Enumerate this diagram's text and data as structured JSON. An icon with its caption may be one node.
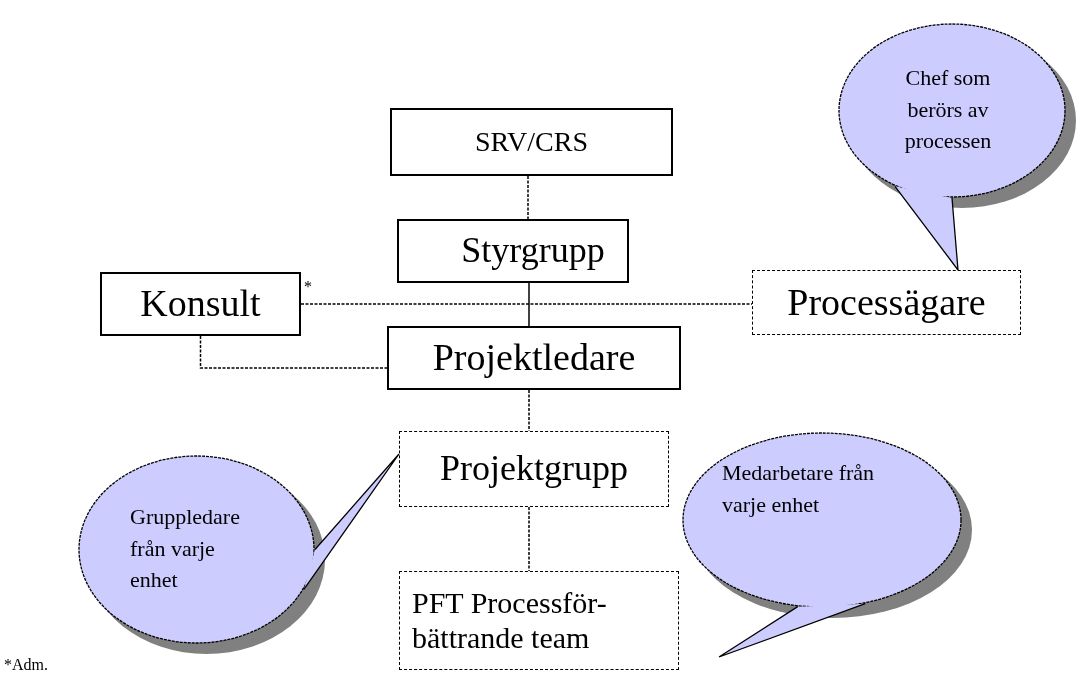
{
  "diagram": {
    "nodes": [
      {
        "text": [
          "SRV/CRS"
        ]
      },
      {
        "text": [
          "Styrgrupp"
        ]
      },
      {
        "text": [
          "Konsult"
        ]
      },
      {
        "text": [
          "Processägare"
        ]
      },
      {
        "text": [
          "Projektledare"
        ]
      },
      {
        "text": [
          "Projektgrupp"
        ]
      },
      {
        "text": [
          "PFT Processför- bättrande team"
        ]
      },
      {
        "text": [
          "Chef som berörs av processen"
        ]
      },
      {
        "text": [
          "Gruppledare från varje enhet"
        ]
      },
      {
        "text": [
          "Medarbetare från varje enhet"
        ]
      }
    ],
    "edges": [
      {
        "from": 0,
        "to": 1,
        "arrow": "none",
        "style": "dashed"
      },
      {
        "from": 1,
        "to": 4,
        "arrow": "none"
      },
      {
        "from": 2,
        "to": 3,
        "arrow": "none",
        "style": "dashed"
      },
      {
        "from": 2,
        "to": 4,
        "arrow": "none",
        "style": "dashed"
      },
      {
        "from": 4,
        "to": 5,
        "arrow": "none",
        "style": "dashed"
      },
      {
        "from": 5,
        "to": 6,
        "arrow": "none",
        "style": "dashed"
      },
      {
        "from": 7,
        "to": 3,
        "arrow": "none"
      },
      {
        "from": 8,
        "to": 5,
        "arrow": "none"
      },
      {
        "from": 9,
        "to": null,
        "arrow": "none"
      }
    ],
    "labels": [
      "*",
      "*Adm."
    ]
  }
}
